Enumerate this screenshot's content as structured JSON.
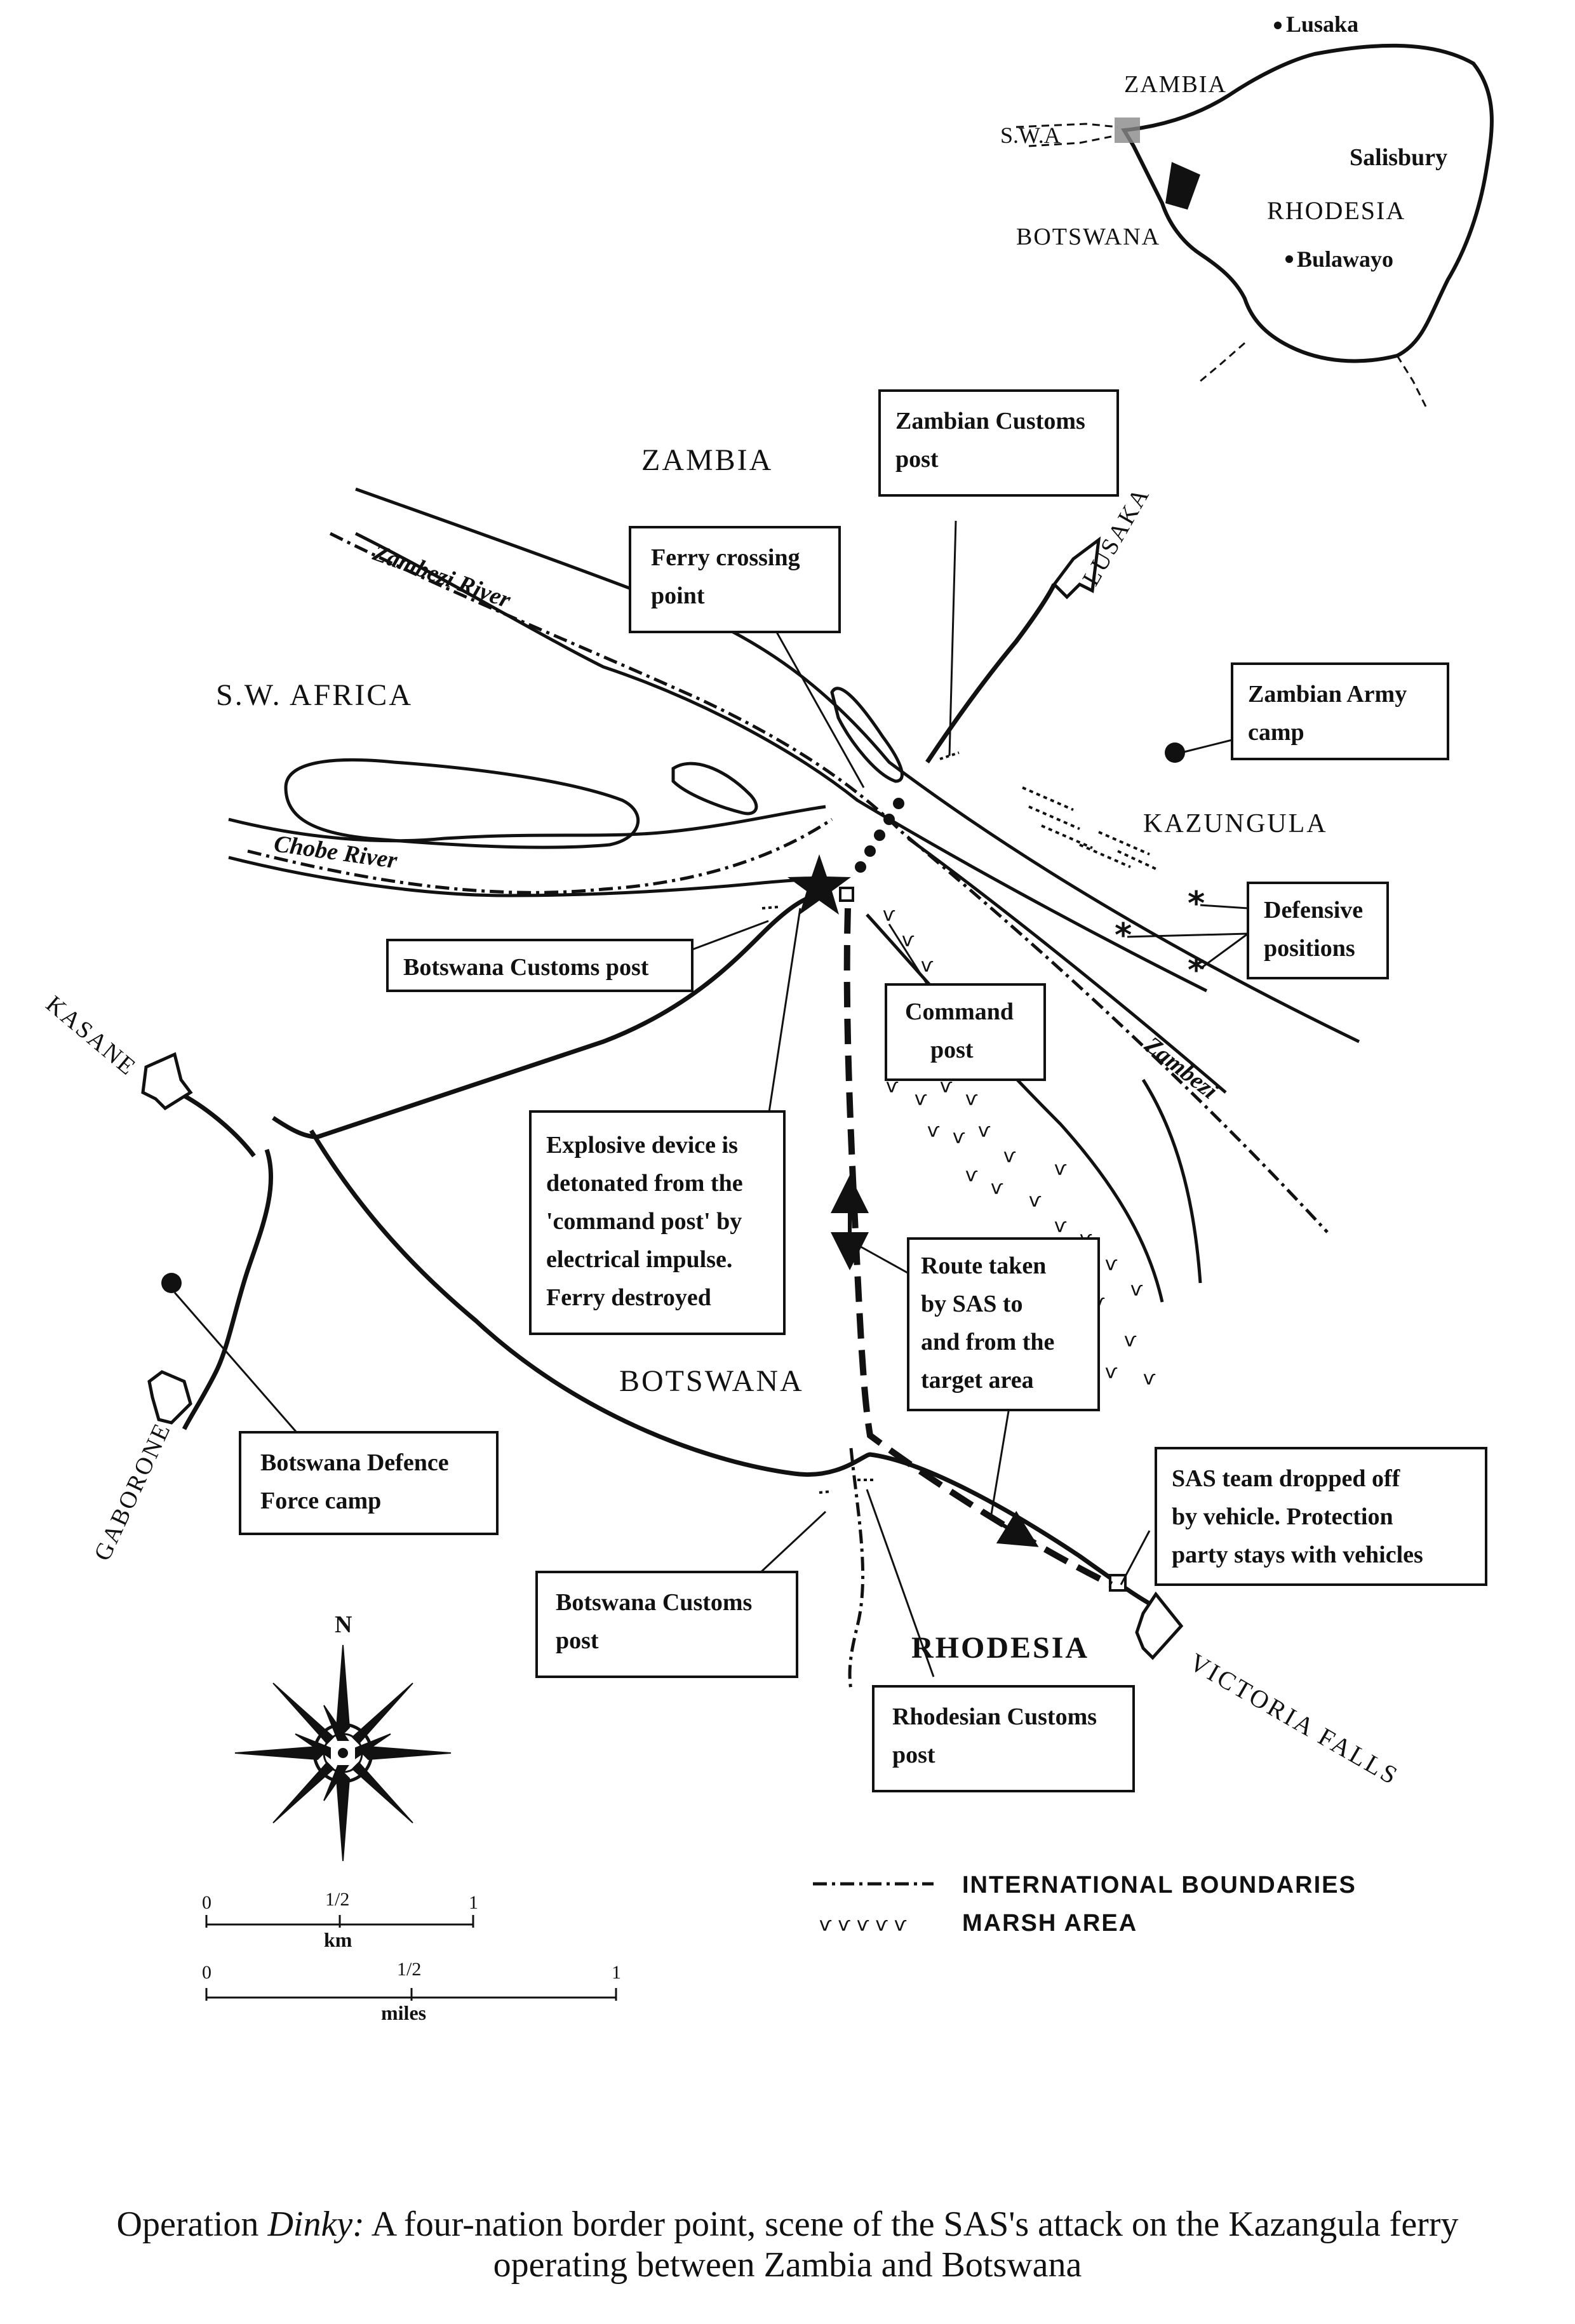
{
  "inset": {
    "countries": [
      "ZAMBIA",
      "S.W.A",
      "BOTSWANA",
      "RHODESIA"
    ],
    "cities": [
      "Lusaka",
      "Salisbury",
      "Bulawayo"
    ]
  },
  "labels": {
    "zambia": "ZAMBIA",
    "sw_africa": "S.W. AFRICA",
    "botswana": "BOTSWANA",
    "rhodesia": "RHODESIA",
    "kazungula": "KAZUNGULA",
    "zambezi_river": "Zambezi River",
    "chobe_river": "Chobe River",
    "zambezi": "Zambezi",
    "lusaka": "LUSAKA",
    "kasane": "KASANE",
    "gaborone": "GABORONE",
    "victoria_falls": "VICTORIA FALLS"
  },
  "boxes": {
    "zambian_customs": [
      "Zambian Customs",
      "post"
    ],
    "ferry_crossing": [
      "Ferry crossing",
      "point"
    ],
    "zambian_army": [
      "Zambian Army",
      "camp"
    ],
    "defensive": [
      "Defensive",
      "positions"
    ],
    "botswana_customs_north": [
      "Botswana Customs post"
    ],
    "command_post": [
      "Command",
      "post"
    ],
    "explosive": [
      "Explosive device is",
      "detonated from the",
      "'command post' by",
      "electrical impulse.",
      "Ferry destroyed"
    ],
    "route": [
      "Route taken",
      "by SAS to",
      "and from the",
      "target area"
    ],
    "bdf_camp": [
      "Botswana Defence",
      "Force camp"
    ],
    "sas_team": [
      "SAS team dropped off",
      "by vehicle. Protection",
      "party stays with vehicles"
    ],
    "botswana_customs_south": [
      "Botswana Customs",
      "post"
    ],
    "rhodesian_customs": [
      "Rhodesian Customs",
      "post"
    ]
  },
  "compass": {
    "north": "N"
  },
  "scale": {
    "km": {
      "ticks": [
        "0",
        "1/2",
        "1"
      ],
      "unit": "km"
    },
    "miles": {
      "ticks": [
        "0",
        "1/2",
        "1"
      ],
      "unit": "miles"
    }
  },
  "legend": {
    "boundaries": "INTERNATIONAL BOUNDARIES",
    "marsh": "MARSH AREA"
  },
  "caption": {
    "prefix": "Operation ",
    "italic": "Dinky:",
    "line1": " A four-nation border point, scene of the SAS's attack on the Kazangula ferry",
    "line2": "operating between Zambia and Botswana"
  }
}
